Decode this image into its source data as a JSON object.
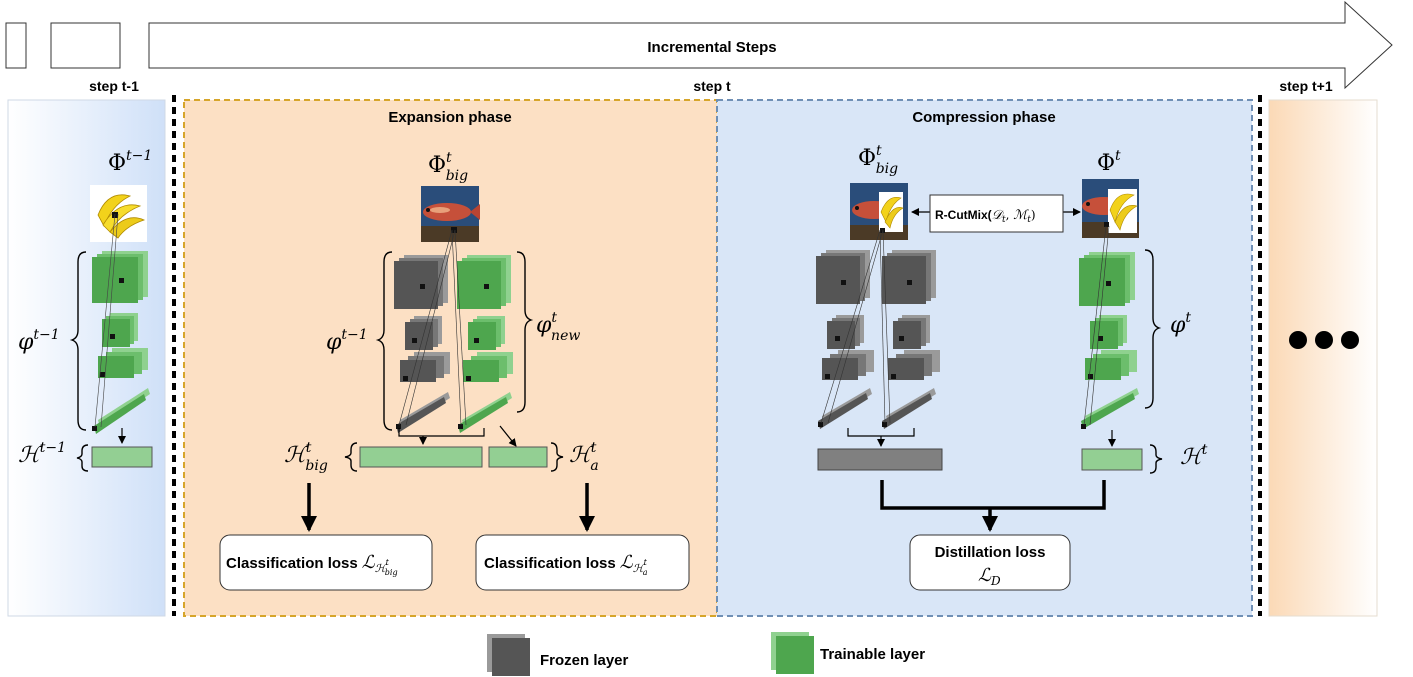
{
  "header": {
    "arrow_label": "Incremental Steps",
    "step_prev": "step t-1",
    "step_cur": "step t",
    "step_next": "step t+1"
  },
  "phases": {
    "expansion": "Expansion phase",
    "compression": "Compression phase"
  },
  "symbols": {
    "phi_prev": "Φ",
    "phi_prev_sup": "t−1",
    "phi_big": "Φ",
    "phi_big_sup": "t",
    "phi_big_sub": "big",
    "phi_t": "Φ",
    "phi_t_sup": "t",
    "varphi_prev": "φ",
    "varphi_prev_sup": "t−1",
    "varphi_new": "φ",
    "varphi_new_sup": "t",
    "varphi_new_sub": "new",
    "varphi_t": "φ",
    "varphi_t_sup": "t",
    "h_prev": "ℋ",
    "h_prev_sup": "t−1",
    "h_big": "ℋ",
    "h_big_sup": "t",
    "h_big_sub": "big",
    "h_a": "ℋ",
    "h_a_sup": "t",
    "h_a_sub": "a",
    "h_t": "ℋ",
    "h_t_sup": "t"
  },
  "losses": {
    "cls_big": "Classification loss",
    "cls_big_sym": "ℒ",
    "cls_big_sub": "ℋ",
    "cls_big_subsub": "big",
    "cls_big_subsup": "t",
    "cls_a": "Classification loss",
    "cls_a_sym": "ℒ",
    "cls_a_sub": "ℋ",
    "cls_a_subsub": "a",
    "cls_a_subsup": "t",
    "distill": "Distillation loss",
    "distill_sym": "ℒ",
    "distill_sub": "D"
  },
  "rcutmix": {
    "label": "R-CutMix(",
    "d": "𝒟",
    "d_sub": "t",
    "sep": ", ",
    "m": "ℳ",
    "m_sub": "t",
    "close": ")"
  },
  "legend": {
    "frozen": "Frozen layer",
    "trainable": "Trainable layer"
  },
  "colors": {
    "frozen_dark": "#555555",
    "frozen_light": "#9a9a9a",
    "trainable_dark": "#4ea64e",
    "trainable_light": "#8fd18f",
    "head_green": "#93cf93",
    "expansion_bg": "#fce0c4",
    "expansion_border": "#d6a52a",
    "compression_bg": "#d9e6f7",
    "compression_border": "#6f8fb5"
  }
}
